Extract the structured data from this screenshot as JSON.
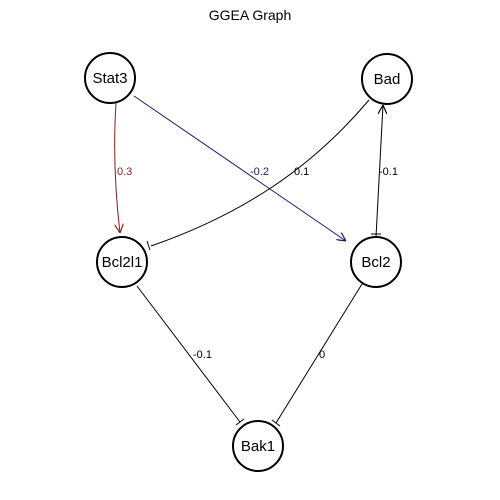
{
  "title": "GGEA Graph",
  "nodes": [
    {
      "id": "stat3",
      "label": "Stat3"
    },
    {
      "id": "bad",
      "label": "Bad"
    },
    {
      "id": "bcl2l1",
      "label": "Bcl2l1"
    },
    {
      "id": "bcl2",
      "label": "Bcl2"
    },
    {
      "id": "bak1",
      "label": "Bak1"
    }
  ],
  "edges": [
    {
      "id": "stat3-bcl2l1",
      "from": "Stat3",
      "to": "Bcl2l1",
      "label": "0.3",
      "type": "activation",
      "color": "#8b1a1a"
    },
    {
      "id": "stat3-bcl2",
      "from": "Stat3",
      "to": "Bcl2",
      "label": "-0.2",
      "type": "activation",
      "color": "#1a1a6e"
    },
    {
      "id": "bad-bcl2l1",
      "from": "Bad",
      "to": "Bcl2l1",
      "label": "0.1",
      "type": "inhibition",
      "color": "#000000"
    },
    {
      "id": "bcl2-bad",
      "from": "Bcl2",
      "to": "Bad",
      "label": "-0.1",
      "type": "activation",
      "color": "#000000"
    },
    {
      "id": "bcl2l1-bak1",
      "from": "Bcl2l1",
      "to": "Bak1",
      "label": "-0.1",
      "type": "inhibition",
      "color": "#000000"
    },
    {
      "id": "bcl2-bak1",
      "from": "Bcl2",
      "to": "Bak1",
      "label": "0",
      "type": "inhibition",
      "color": "#000000"
    }
  ]
}
